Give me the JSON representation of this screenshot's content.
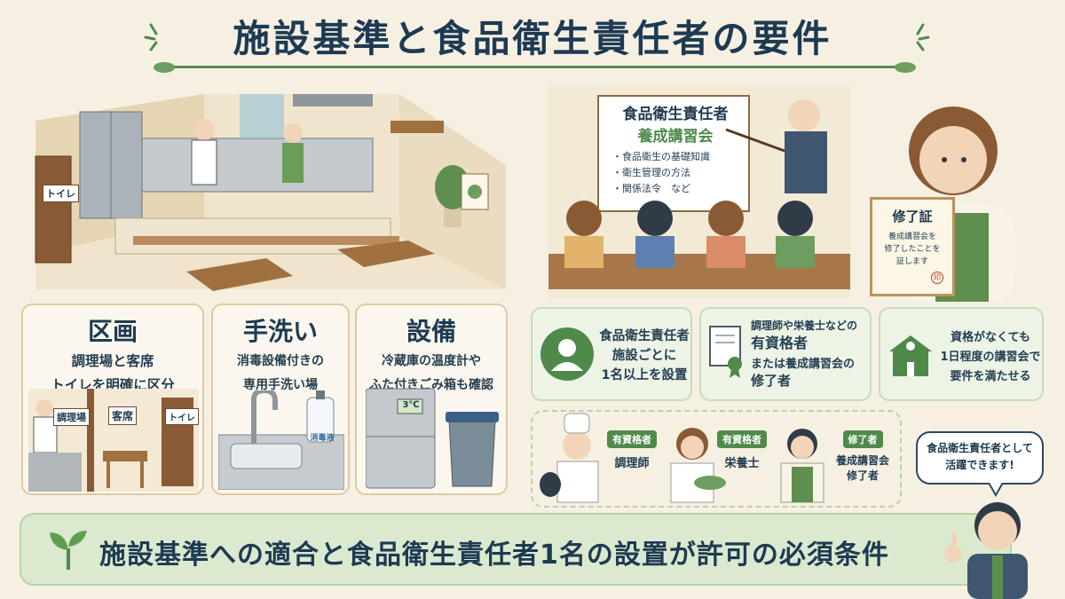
{
  "title": "施設基準と食品衛生責任者の要件",
  "illustration": {
    "sign_toilet": "トイレ"
  },
  "cards": [
    {
      "heading": "区画",
      "line1": "調理場と客席",
      "line2": "トイレを明確に区分",
      "label_kitchen": "調理場",
      "label_seats": "客席",
      "label_toilet": "トイレ"
    },
    {
      "heading": "手洗い",
      "line1": "消毒設備付きの",
      "line2": "専用手洗い場",
      "bottle_label": "消毒液"
    },
    {
      "heading": "設備",
      "line1": "冷蔵庫の温度計や",
      "line2": "ふた付きごみ箱も確認",
      "thermo": "3℃"
    }
  ],
  "board": {
    "title1": "食品衛生責任者",
    "title2": "養成講習会",
    "items": [
      "・食品衛生の基礎知識",
      "・衛生管理の方法",
      "・関係法令　など"
    ]
  },
  "certificate": {
    "title": "修了証",
    "line1": "養成講習会を",
    "line2": "修了したことを",
    "line3": "証します",
    "seal": "印"
  },
  "info_boxes": [
    {
      "line1": "食品衛生責任者",
      "line2": "施設ごとに",
      "line3": "1名以上を設置"
    },
    {
      "line1": "調理師や栄養士などの",
      "line2": "有資格者",
      "line3": "または養成講習会の",
      "line4": "修了者"
    },
    {
      "line1": "資格がなくても",
      "line2": "1日程度の講習会で",
      "line3": "要件を満たせる"
    }
  ],
  "people": [
    {
      "tag": "有資格者",
      "name": "調理師"
    },
    {
      "tag": "有資格者",
      "name": "栄養士"
    },
    {
      "tag": "修了者",
      "name": "養成講習会",
      "name2": "修了者"
    }
  ],
  "speech": {
    "line1": "食品衛生責任者として",
    "line2": "活躍できます!"
  },
  "bottom": "施設基準への適合と食品衛生責任者1名の設置が許可の必須条件",
  "colors": {
    "green": "#4f8a4b",
    "navy": "#1d3a52",
    "beige": "#f6f0e3"
  }
}
